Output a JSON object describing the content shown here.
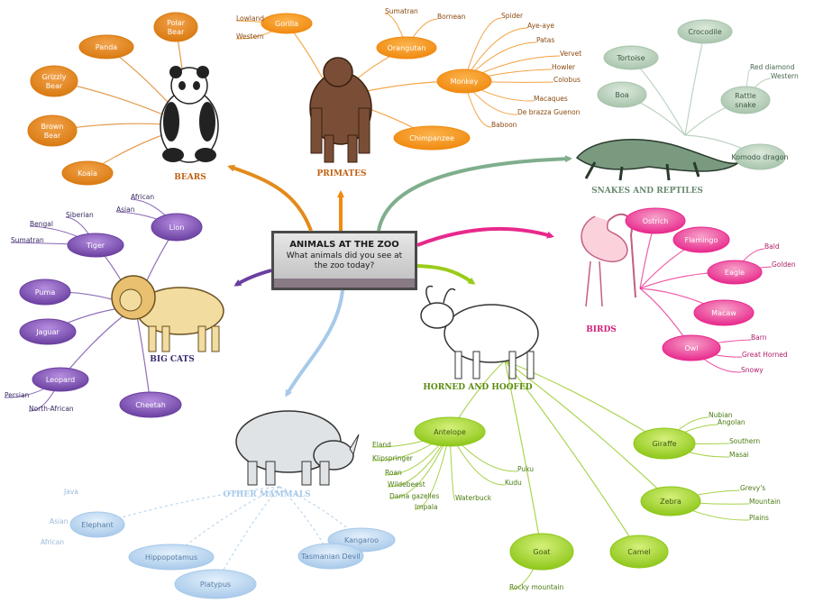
{
  "center": {
    "title": "ANIMALS AT THE ZOO",
    "question": "What animals did you see at the zoo today?"
  },
  "colors": {
    "bears": "#e48a1c",
    "primates": "#f08a10",
    "snakes": "#7fae8c",
    "birds": "#e8288c",
    "horned": "#9acc1c",
    "other": "#a7c9ea",
    "bigcats": "#6a3fa0"
  },
  "categories": {
    "bears": {
      "label": "BEARS",
      "nodes": [
        {
          "id": "panda",
          "label": "Panda"
        },
        {
          "id": "polar",
          "label": "Polar Bear"
        },
        {
          "id": "grizzly",
          "label": "Grizzly Bear"
        },
        {
          "id": "brown",
          "label": "Brown Bear"
        },
        {
          "id": "koala",
          "label": "Koala"
        }
      ]
    },
    "primates": {
      "label": "PRIMATES",
      "nodes": [
        {
          "id": "gorilla",
          "label": "Gorilla"
        },
        {
          "id": "orangutan",
          "label": "Orangutan"
        },
        {
          "id": "monkey",
          "label": "Monkey"
        },
        {
          "id": "chimpanzee",
          "label": "Chimpanzee"
        }
      ],
      "leaves": [
        {
          "id": "lowland",
          "label": "Lowland"
        },
        {
          "id": "western",
          "label": "Western"
        },
        {
          "id": "sumatran",
          "label": "Sumatran"
        },
        {
          "id": "bornean",
          "label": "Bornean"
        },
        {
          "id": "spider",
          "label": "Spider"
        },
        {
          "id": "ayeaye",
          "label": "Aye-aye"
        },
        {
          "id": "patas",
          "label": "Patas"
        },
        {
          "id": "vervet",
          "label": "Vervet"
        },
        {
          "id": "howler",
          "label": "Howler"
        },
        {
          "id": "colobus",
          "label": "Colobus"
        },
        {
          "id": "macaques",
          "label": "Macaques"
        },
        {
          "id": "debrazza",
          "label": "De brazza Guenon"
        },
        {
          "id": "baboon",
          "label": "Baboon"
        }
      ]
    },
    "snakes": {
      "label": "SNAKES AND REPTILES",
      "nodes": [
        {
          "id": "tortoise",
          "label": "Tortoise"
        },
        {
          "id": "crocodile",
          "label": "Crocodile"
        },
        {
          "id": "boa",
          "label": "Boa"
        },
        {
          "id": "rattle",
          "label": "Rattle snake"
        },
        {
          "id": "komodo",
          "label": "Komodo dragon"
        }
      ],
      "leaves": [
        {
          "id": "reddiamond",
          "label": "Red diamond"
        },
        {
          "id": "westernr",
          "label": "Western"
        }
      ]
    },
    "birds": {
      "label": "BIRDS",
      "nodes": [
        {
          "id": "ostrich",
          "label": "Ostrich"
        },
        {
          "id": "flamingo",
          "label": "Flamingo"
        },
        {
          "id": "eagle",
          "label": "Eagle"
        },
        {
          "id": "macaw",
          "label": "Macaw"
        },
        {
          "id": "owl",
          "label": "Owl"
        }
      ],
      "leaves": [
        {
          "id": "bald",
          "label": "Bald"
        },
        {
          "id": "golden",
          "label": "Golden"
        },
        {
          "id": "barn",
          "label": "Barn"
        },
        {
          "id": "greathorned",
          "label": "Great Horned"
        },
        {
          "id": "snowy",
          "label": "Snowy"
        }
      ]
    },
    "horned": {
      "label": "HORNED AND HOOFED",
      "nodes": [
        {
          "id": "antelope",
          "label": "Antelope"
        },
        {
          "id": "giraffe",
          "label": "Giraffe"
        },
        {
          "id": "zebra",
          "label": "Zebra"
        },
        {
          "id": "goat",
          "label": "Goat"
        },
        {
          "id": "camel",
          "label": "Camel"
        }
      ],
      "leaves": [
        {
          "id": "eland",
          "label": "Eland"
        },
        {
          "id": "klipspringer",
          "label": "Klipspringer"
        },
        {
          "id": "roan",
          "label": "Roan"
        },
        {
          "id": "wildebeest",
          "label": "Wildebeest"
        },
        {
          "id": "damagazelle",
          "label": "Dama gazelles"
        },
        {
          "id": "impala",
          "label": "Impala"
        },
        {
          "id": "waterbuck",
          "label": "Waterbuck"
        },
        {
          "id": "kudu",
          "label": "Kudu"
        },
        {
          "id": "puku",
          "label": "Puku"
        },
        {
          "id": "nubian",
          "label": "Nubian"
        },
        {
          "id": "angolan",
          "label": "Angolan"
        },
        {
          "id": "southern",
          "label": "Southern"
        },
        {
          "id": "masai",
          "label": "Masai"
        },
        {
          "id": "grevys",
          "label": "Grevy's"
        },
        {
          "id": "mountain",
          "label": "Mountain"
        },
        {
          "id": "plains",
          "label": "Plains"
        },
        {
          "id": "rockymountain",
          "label": "Rocky mountain"
        }
      ]
    },
    "other": {
      "label": "OTHER MAMMALS",
      "nodes": [
        {
          "id": "kangaroo",
          "label": "Kangaroo"
        },
        {
          "id": "elephant",
          "label": "Elephant"
        },
        {
          "id": "hippo",
          "label": "Hippopotamus"
        },
        {
          "id": "rhino",
          "label": "Rhinoceros"
        },
        {
          "id": "platypus",
          "label": "Platypus"
        },
        {
          "id": "tasmanian",
          "label": "Tasmanian Devil"
        }
      ],
      "leaves": [
        {
          "id": "java",
          "label": "Java"
        },
        {
          "id": "asian2",
          "label": "Asian"
        },
        {
          "id": "african2",
          "label": "African"
        }
      ]
    },
    "bigcats": {
      "label": "BIG CATS",
      "nodes": [
        {
          "id": "tiger",
          "label": "Tiger"
        },
        {
          "id": "lion",
          "label": "Lion"
        },
        {
          "id": "puma",
          "label": "Puma"
        },
        {
          "id": "jaguar",
          "label": "Jaguar"
        },
        {
          "id": "leopard",
          "label": "Leopard"
        },
        {
          "id": "cheetah",
          "label": "Cheetah"
        }
      ],
      "leaves": [
        {
          "id": "siberian",
          "label": "Siberian"
        },
        {
          "id": "bengal",
          "label": "Bengal"
        },
        {
          "id": "sumatranc",
          "label": "Sumatran"
        },
        {
          "id": "african",
          "label": "African"
        },
        {
          "id": "asian",
          "label": "Asian"
        },
        {
          "id": "persian",
          "label": "Persian"
        },
        {
          "id": "northafrican",
          "label": "North-African"
        }
      ]
    }
  }
}
